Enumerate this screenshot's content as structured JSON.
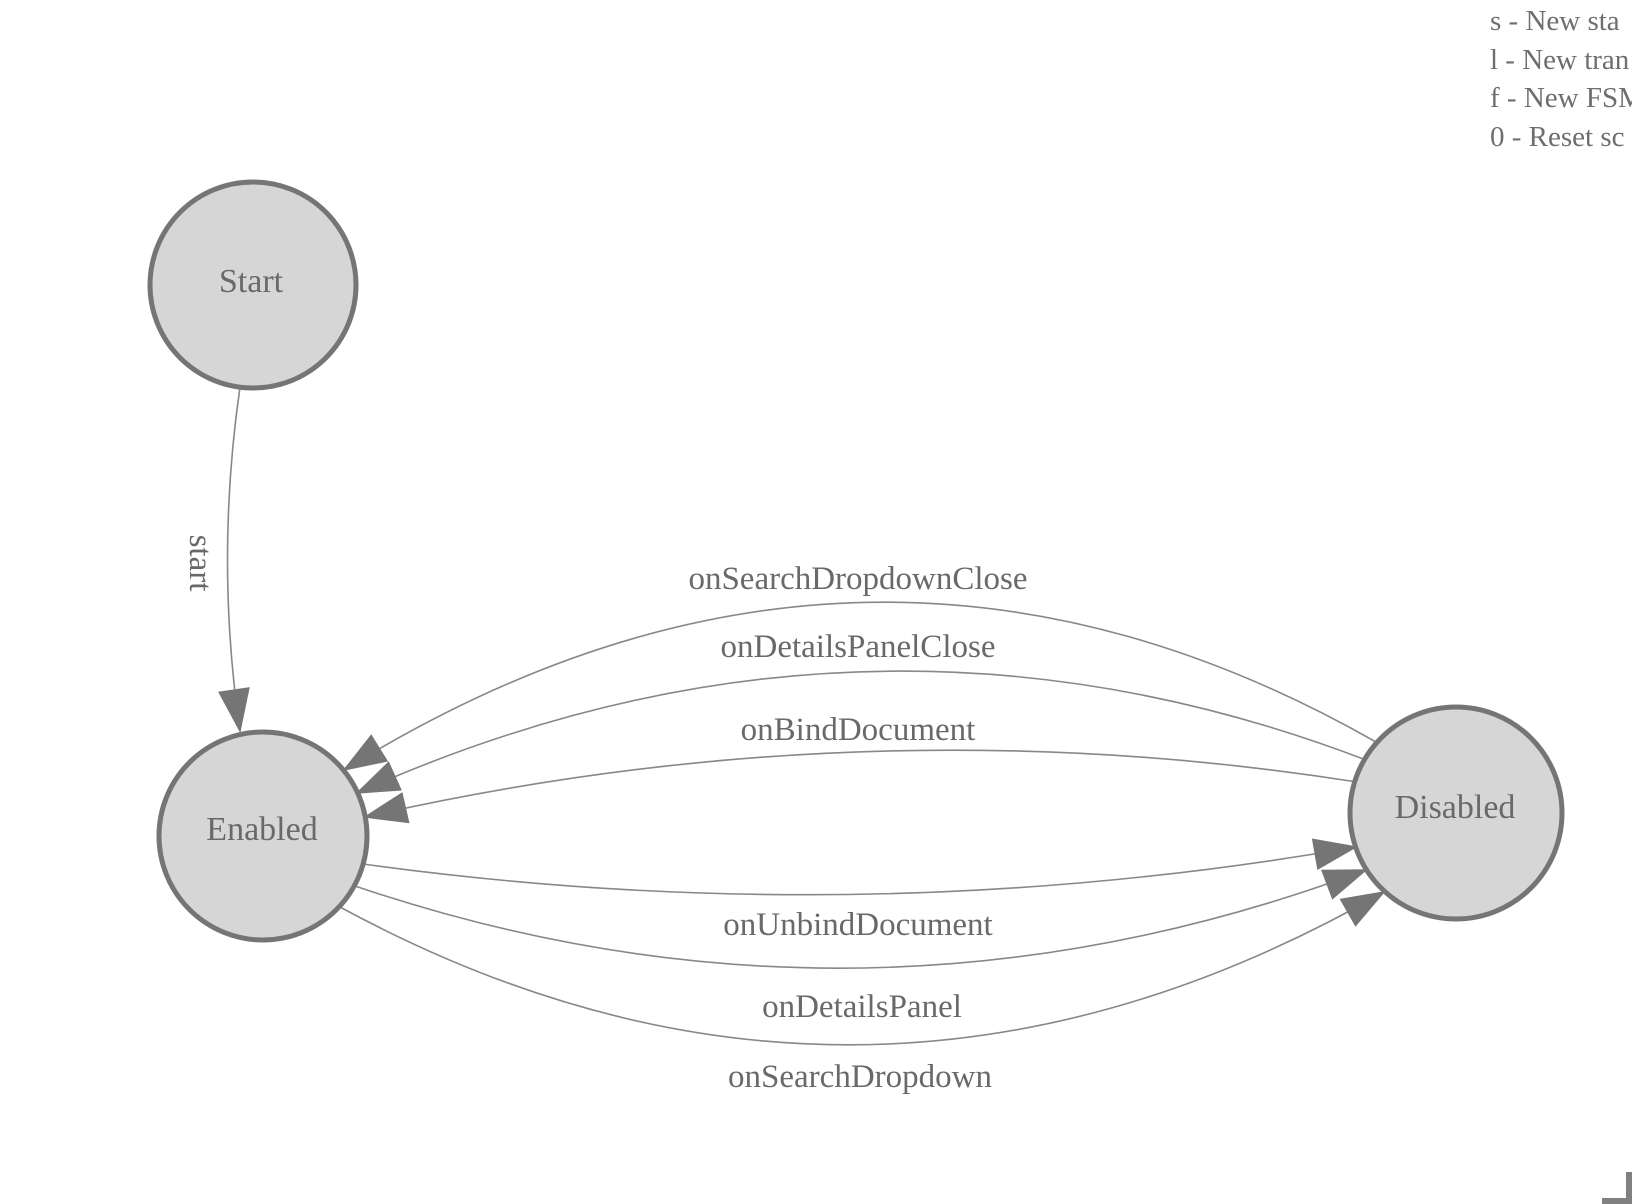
{
  "legend": {
    "lines": [
      "s - New sta",
      "l - New tran",
      "f - New FSM",
      "0 - Reset sc"
    ]
  },
  "diagram": {
    "states": [
      {
        "label": "Start"
      },
      {
        "label": "Enabled"
      },
      {
        "label": "Disabled"
      }
    ],
    "transitions": [
      {
        "label": "start",
        "from": "Start",
        "to": "Enabled"
      },
      {
        "label": "onSearchDropdownClose",
        "from": "Disabled",
        "to": "Enabled"
      },
      {
        "label": "onDetailsPanelClose",
        "from": "Disabled",
        "to": "Enabled"
      },
      {
        "label": "onBindDocument",
        "from": "Disabled",
        "to": "Enabled"
      },
      {
        "label": "onUnbindDocument",
        "from": "Enabled",
        "to": "Disabled"
      },
      {
        "label": "onDetailsPanel",
        "from": "Enabled",
        "to": "Disabled"
      },
      {
        "label": "onSearchDropdown",
        "from": "Enabled",
        "to": "Disabled"
      }
    ]
  },
  "colors": {
    "background": "#ffffff",
    "state_fill": "#d6d6d6",
    "state_stroke": "#757575",
    "edge_stroke": "#888888",
    "arrowhead": "#757575",
    "label_text": "#696969",
    "legend_text": "#6e6e6e",
    "scrollbar_thumb": "#808080"
  }
}
